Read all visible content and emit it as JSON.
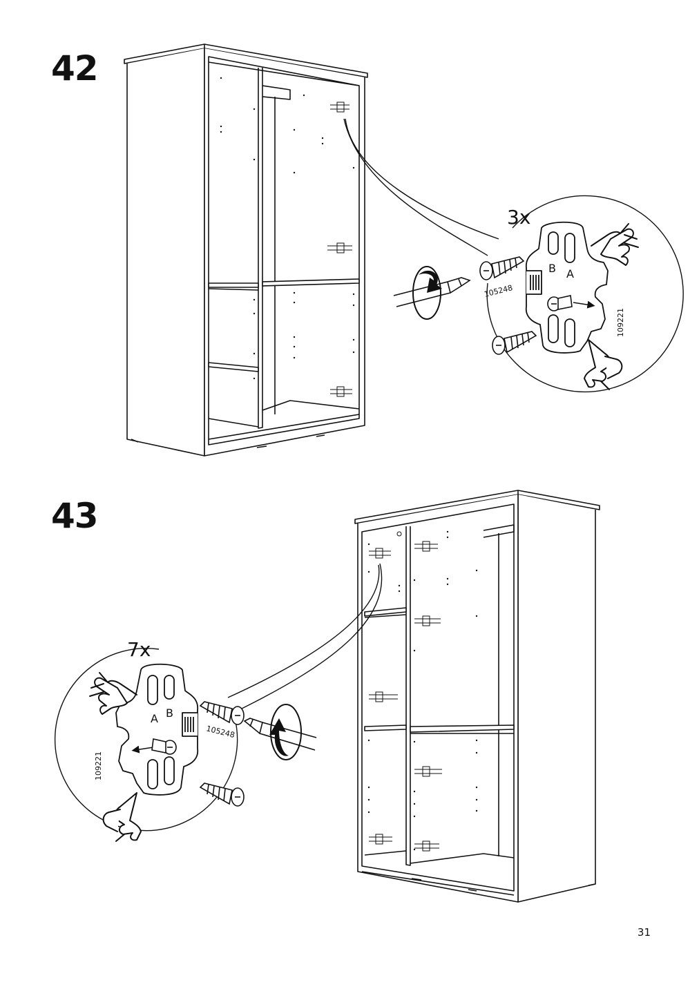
{
  "page": {
    "page_number": "31"
  },
  "steps": [
    {
      "number": "42",
      "quantity": "3x",
      "screw_code": "105248",
      "bracket_code": "109221",
      "slot_labels": [
        "B",
        "A"
      ]
    },
    {
      "number": "43",
      "quantity": "7x",
      "screw_code": "105248",
      "bracket_code": "109221",
      "slot_labels": [
        "A",
        "B"
      ]
    }
  ],
  "icons": {
    "hand": "pointing-hand-icon",
    "screwdriver": "screwdriver-icon",
    "rotation": "clockwise-rotation-icon",
    "screw": "screw-icon",
    "bracket": "shelf-bracket-icon"
  }
}
